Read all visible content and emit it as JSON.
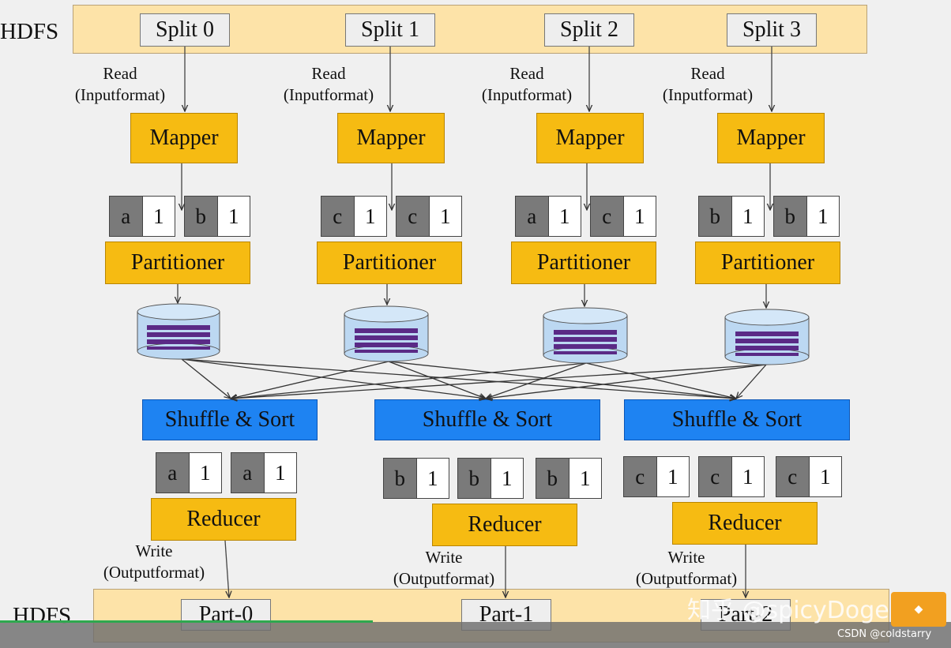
{
  "hdfs_top": {
    "label": "HDFS",
    "splits": [
      "Split 0",
      "Split 1",
      "Split 2",
      "Split 3"
    ]
  },
  "read_labels": [
    {
      "line1": "Read",
      "line2": "(Inputformat)"
    },
    {
      "line1": "Read",
      "line2": "(Inputformat)"
    },
    {
      "line1": "Read",
      "line2": "(Inputformat)"
    },
    {
      "line1": "Read",
      "line2": "(Inputformat)"
    }
  ],
  "mappers": [
    "Mapper",
    "Mapper",
    "Mapper",
    "Mapper"
  ],
  "map_outputs": [
    [
      {
        "k": "a",
        "v": "1"
      },
      {
        "k": "b",
        "v": "1"
      }
    ],
    [
      {
        "k": "c",
        "v": "1"
      },
      {
        "k": "c",
        "v": "1"
      }
    ],
    [
      {
        "k": "a",
        "v": "1"
      },
      {
        "k": "c",
        "v": "1"
      }
    ],
    [
      {
        "k": "b",
        "v": "1"
      },
      {
        "k": "b",
        "v": "1"
      }
    ]
  ],
  "partitioners": [
    "Partitioner",
    "Partitioner",
    "Partitioner",
    "Partitioner"
  ],
  "shuffle": [
    "Shuffle & Sort",
    "Shuffle & Sort",
    "Shuffle & Sort"
  ],
  "reduce_inputs": [
    [
      {
        "k": "a",
        "v": "1"
      },
      {
        "k": "a",
        "v": "1"
      }
    ],
    [
      {
        "k": "b",
        "v": "1"
      },
      {
        "k": "b",
        "v": "1"
      },
      {
        "k": "b",
        "v": "1"
      }
    ],
    [
      {
        "k": "c",
        "v": "1"
      },
      {
        "k": "c",
        "v": "1"
      },
      {
        "k": "c",
        "v": "1"
      }
    ]
  ],
  "reducers": [
    "Reducer",
    "Reducer",
    "Reducer"
  ],
  "write_labels": [
    {
      "line1": "Write",
      "line2": "(Outputformat)"
    },
    {
      "line1": "Write",
      "line2": "(Outputformat)"
    },
    {
      "line1": "Write",
      "line2": "(Outputformat)"
    }
  ],
  "hdfs_bottom": {
    "label": "HDFS",
    "parts": [
      "Part-0",
      "Part-1",
      "Part-2"
    ]
  },
  "watermark": "知乎 @spicyDoge",
  "credit": "CSDN @coldstarry",
  "colors": {
    "hdfs_bar": "#fde3a8",
    "orange": "#f6bb12",
    "blue": "#1e83f2",
    "key_gray": "#7a7a7a",
    "disk": "#bcd8f2",
    "disk_stripes": "#5a2a86"
  }
}
